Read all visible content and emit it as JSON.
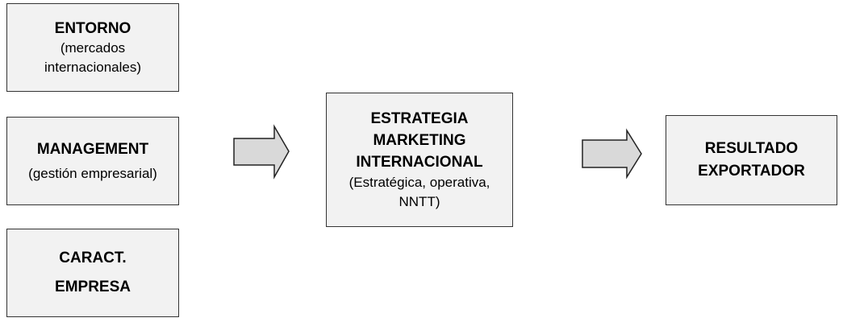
{
  "boxes": {
    "entorno": {
      "title": "ENTORNO",
      "sub1": "(mercados",
      "sub2": "internacionales)"
    },
    "management": {
      "title": "MANAGEMENT",
      "sub1": "(gestión empresarial)"
    },
    "caract": {
      "title1": "CARACT.",
      "title2": "EMPRESA"
    },
    "estrategia": {
      "title1": "ESTRATEGIA",
      "title2": "MARKETING",
      "title3": "INTERNACIONAL",
      "sub1": "(Estratégica, operativa,",
      "sub2": "NNTT)"
    },
    "resultado": {
      "title1": "RESULTADO",
      "title2": "EXPORTADOR"
    }
  },
  "colors": {
    "box_fill": "#f2f2f2",
    "arrow_fill": "#d9d9d9"
  }
}
